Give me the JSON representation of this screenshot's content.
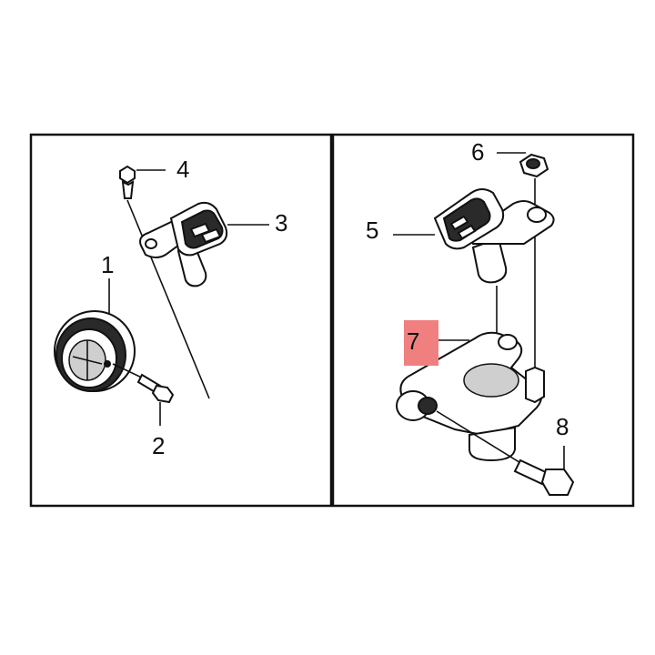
{
  "callouts": {
    "n1": "1",
    "n2": "2",
    "n3": "3",
    "n4": "4",
    "n5": "5",
    "n6": "6",
    "n7": "7",
    "n8": "8"
  },
  "colors": {
    "highlight": "#f08080",
    "outline": "#111111",
    "background": "#ffffff"
  }
}
